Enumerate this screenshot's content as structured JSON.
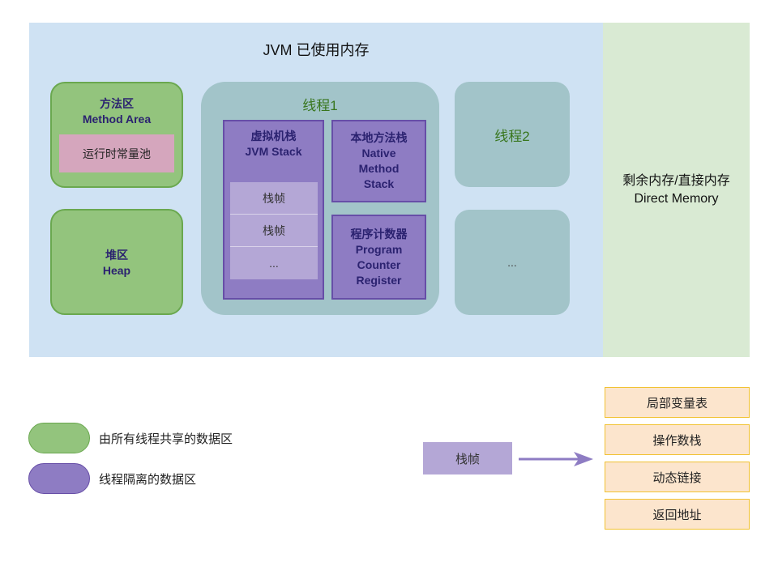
{
  "jvm": {
    "title": "JVM 已使用内存",
    "method_area": {
      "title": "方法区",
      "title_en": "Method Area",
      "constant_pool": "运行时常量池"
    },
    "heap": {
      "title": "堆区",
      "title_en": "Heap"
    },
    "thread1": {
      "title": "线程1",
      "jvm_stack": {
        "title": "虚拟机栈",
        "title_en": "JVM Stack",
        "frames": [
          "栈帧",
          "栈帧",
          "..."
        ]
      },
      "native_stack": {
        "title": "本地方法栈",
        "line1": "Native",
        "line2": "Method",
        "line3": "Stack"
      },
      "pc_register": {
        "title": "程序计数器",
        "line1": "Program",
        "line2": "Counter",
        "line3": "Register"
      }
    },
    "thread2": {
      "title": "线程2"
    },
    "thread_more": {
      "title": "..."
    }
  },
  "direct_memory": {
    "title": "剩余内存/直接内存",
    "title_en": "Direct Memory"
  },
  "legend": {
    "shared": "由所有线程共享的数据区",
    "private": "线程隔离的数据区"
  },
  "frame_detail": {
    "label": "栈帧",
    "parts": [
      "局部变量表",
      "操作数栈",
      "动态链接",
      "返回地址"
    ]
  },
  "colors": {
    "jvm_region": "#cfe2f3",
    "direct_region": "#d9ead3",
    "shared_area": "#93c47d",
    "private_area": "#8e7cc3",
    "thread": "#a2c4c9",
    "frame": "#b4a7d6",
    "constant_pool": "#d5a6bd",
    "frame_part": "#fce5cd"
  }
}
